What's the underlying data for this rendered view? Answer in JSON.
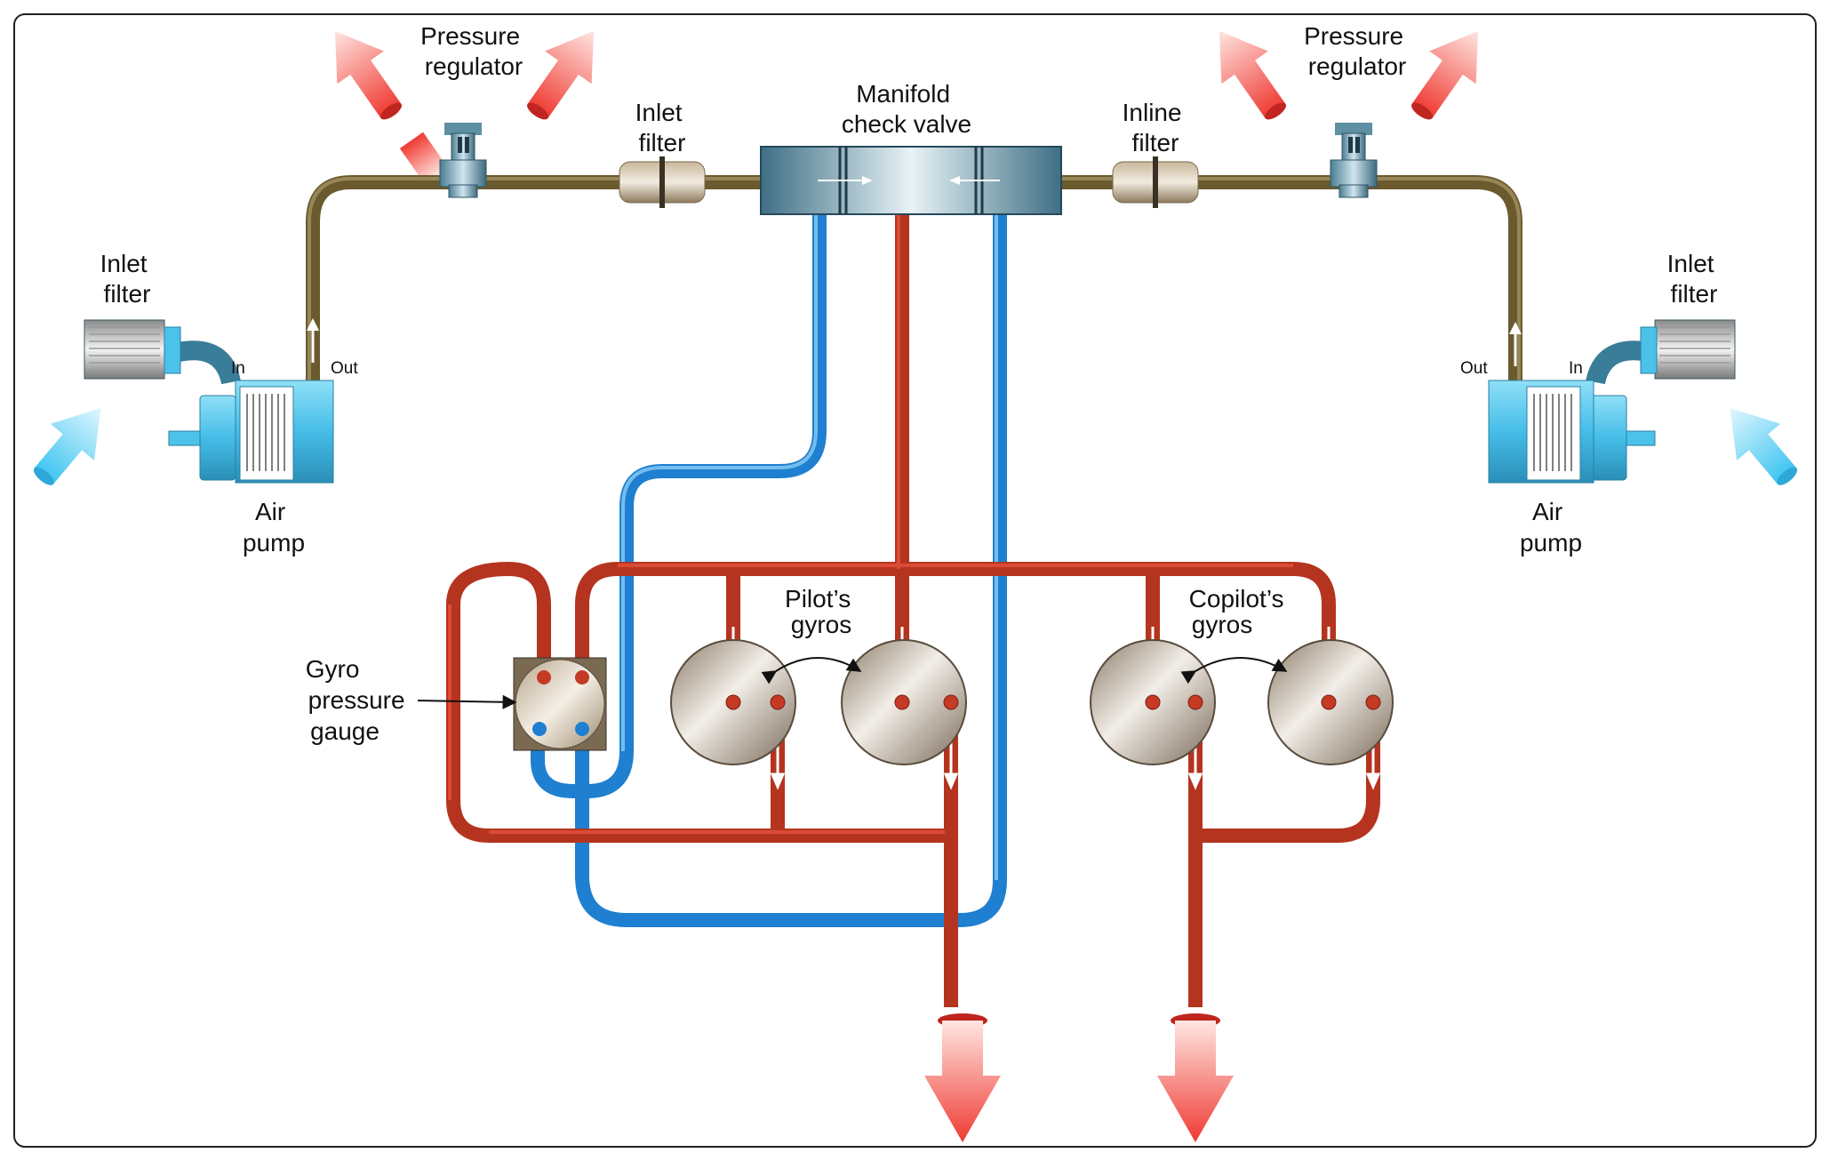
{
  "labels": {
    "pressure_regulator_left": [
      "Pressure",
      "regulator"
    ],
    "pressure_regulator_right": [
      "Pressure",
      "regulator"
    ],
    "inlet_filter_top": [
      "Inlet",
      "filter"
    ],
    "inline_filter_top": [
      "Inline",
      "filter"
    ],
    "manifold": [
      "Manifold",
      "check valve"
    ],
    "inlet_filter_left": [
      "Inlet",
      "filter"
    ],
    "inlet_filter_right": [
      "Inlet",
      "filter"
    ],
    "air_pump_left": [
      "Air",
      "pump"
    ],
    "air_pump_right": [
      "Air",
      "pump"
    ],
    "in_left": "In",
    "out_left": "Out",
    "in_right": "In",
    "out_right": "Out",
    "pilots_gyros": [
      "Pilot’s",
      "gyros"
    ],
    "copilots_gyros": [
      "Copilot’s",
      "gyros"
    ],
    "gyro_pressure_gauge": [
      "Gyro",
      "pressure",
      "gauge"
    ]
  },
  "colors": {
    "supply_line": "#6b5a2e",
    "vacuum_line": "#1f7fd0",
    "gyro_line": "#c43a24",
    "pump_body": "#4cc2ea",
    "ambient_arrow": "#3cc4f0",
    "exhaust_arrow": "#ef3a32"
  },
  "icons": {
    "pump": "air-pump-icon",
    "filter": "inlet-filter-icon",
    "regulator": "pressure-regulator-icon",
    "gyro": "gyro-instrument-icon"
  }
}
